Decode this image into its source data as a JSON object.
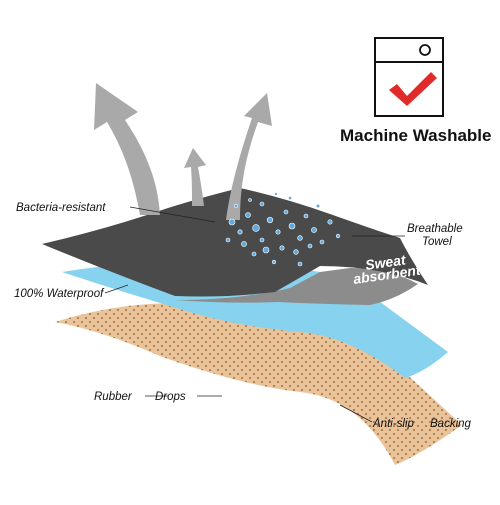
{
  "title": "Machine Washable",
  "labels": {
    "bacteria": "Bacteria-resistant",
    "breathable_line1": "Breathable",
    "breathable_line2": "Towel",
    "sweat_line1": "Sweat",
    "sweat_line2": "absorbent",
    "waterproof": "100% Waterproof",
    "rubber": "Rubber",
    "drops": "Drops",
    "antislip": "Anti-slip",
    "backing": "Backing"
  },
  "icons": {
    "washer": "washing-machine-icon",
    "check": "checkmark-icon"
  },
  "colors": {
    "top_layer": "#4a4a4a",
    "towel_underside": "#8c8c8c",
    "waterproof_layer": "#87d3ef",
    "backing_layer": "#e9c49a",
    "dots": "#b47a4b",
    "arrows": "#a9a9a9",
    "check": "#e12a2a",
    "bubbles": "#5ea9df"
  }
}
